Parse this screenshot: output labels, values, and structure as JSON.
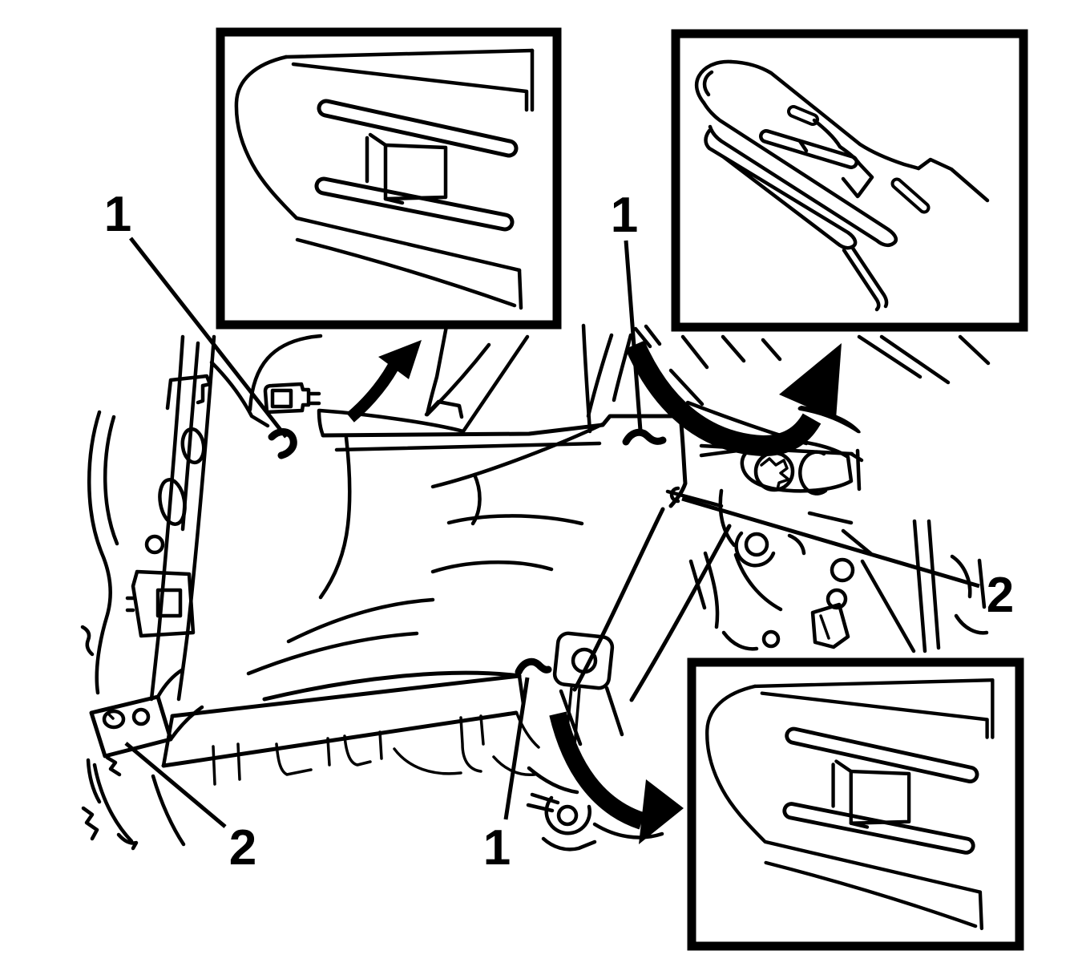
{
  "figure": {
    "title": "trim-panel-retainer-removal-illustration",
    "background_color": "#ffffff",
    "line_color": "#000000",
    "callouts": [
      {
        "id": "retainer-1-upper-left",
        "label": "1"
      },
      {
        "id": "retainer-1-upper-center",
        "label": "1"
      },
      {
        "id": "retainer-2-right",
        "label": "2"
      },
      {
        "id": "retainer-2-lower-left",
        "label": "2"
      },
      {
        "id": "retainer-1-lower-center",
        "label": "1"
      }
    ],
    "insets": [
      {
        "id": "inset-top-left",
        "name": "retainer-tab-detail-front-view"
      },
      {
        "id": "inset-top-right",
        "name": "retainer-tab-detail-angled-view"
      },
      {
        "id": "inset-bottom-right",
        "name": "retainer-tab-detail-front-view"
      }
    ]
  }
}
